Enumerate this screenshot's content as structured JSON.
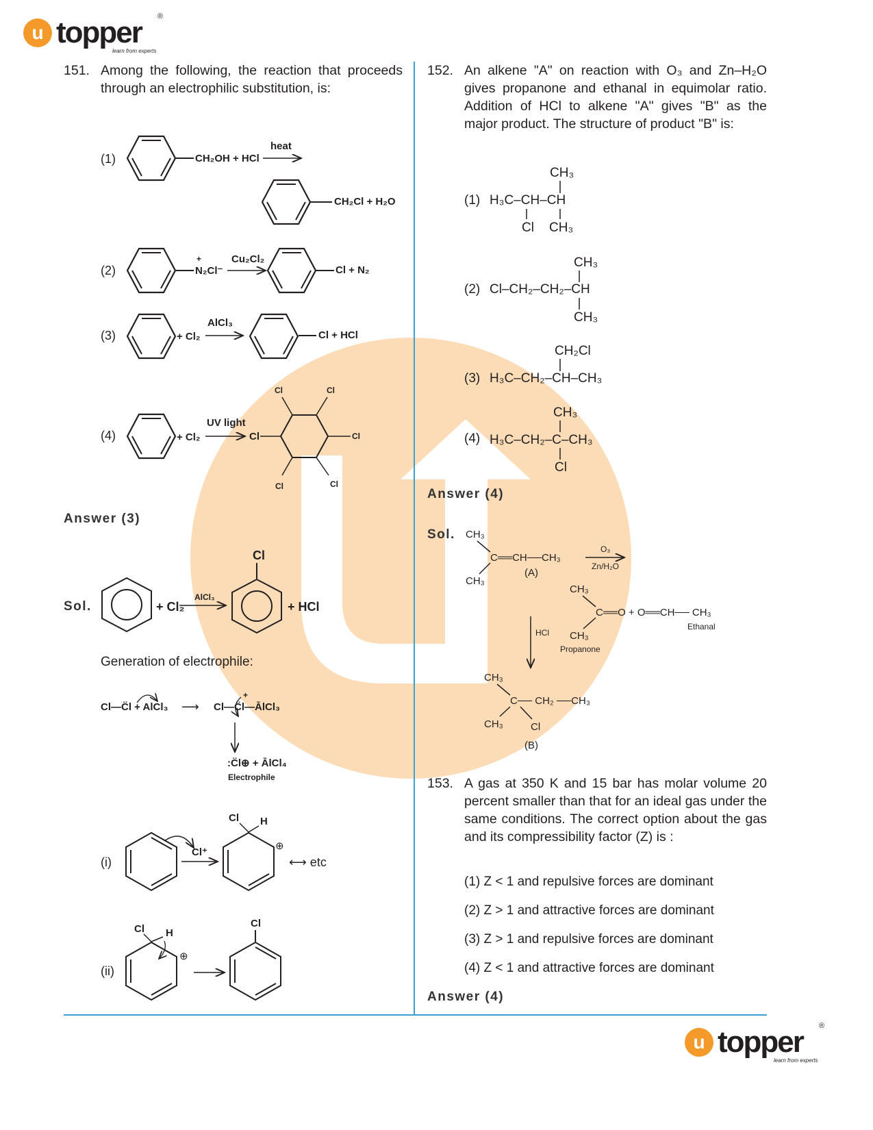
{
  "brand": {
    "name": "topper",
    "tagline": "learn from experts",
    "logo_letter": "u",
    "registered": "®",
    "accent": "#f39a2b",
    "divider_color": "#3aa0d0"
  },
  "q151": {
    "number": "151.",
    "text": "Among the following, the reaction that proceeds through an electrophilic substitution, is:",
    "opt1": {
      "label": "(1)",
      "reactant": "CH₂OH + HCl",
      "condition": "heat",
      "product": "CH₂Cl + H₂O"
    },
    "opt2": {
      "label": "(2)",
      "reactant": "N₂Cl⁻",
      "plus": "+",
      "condition": "Cu₂Cl₂",
      "product": "Cl + N₂"
    },
    "opt3": {
      "label": "(3)",
      "reagent": "+ Cl₂",
      "condition": "AlCl₃",
      "product": "Cl + HCl"
    },
    "opt4": {
      "label": "(4)",
      "reagent": "+ Cl₂",
      "condition": "UV light",
      "cl": "Cl"
    },
    "answer": "Answer (3)",
    "sol": {
      "label": "Sol.",
      "reagent": "+ Cl₂",
      "catalyst": "AlCl₃",
      "product_cl": "Cl",
      "byproduct": "+ HCl",
      "gen_title": "Generation of electrophile:",
      "gen_eq_left": "Cl—C̈l + AlCl₃",
      "gen_eq_right": "Cl—C̈l—ĀlCl₃",
      "gen_plus": "+",
      "electrophile": ":C̈l⊕ + ĀlCl₄",
      "electrophile_label": "Electrophile",
      "step1": {
        "label": "(i)",
        "attack": "Cl⁺",
        "cl": "Cl",
        "h": "H",
        "charge": "⊕",
        "resonance": "⟷ etc"
      },
      "step2": {
        "label": "(ii)",
        "cl": "Cl",
        "h": "H",
        "charge": "⊕",
        "product_cl": "Cl"
      }
    }
  },
  "q152": {
    "number": "152.",
    "text": "An alkene \"A\" on reaction with O₃ and Zn–H₂O gives propanone and ethanal in equimolar ratio. Addition of HCl to alkene \"A\" gives \"B\" as the major product. The structure of product \"B\" is:",
    "opt1": {
      "label": "(1)",
      "main": "H₃C–CH–CH",
      "top": "CH₃",
      "bottom_left": "Cl",
      "bottom_right": "CH₃"
    },
    "opt2": {
      "label": "(2)",
      "main": "Cl–CH₂–CH₂–CH",
      "top": "CH₃",
      "bottom": "CH₃"
    },
    "opt3": {
      "label": "(3)",
      "main": "H₃C–CH₂–CH–CH₃",
      "top": "CH₂Cl"
    },
    "opt4": {
      "label": "(4)",
      "main": "H₃C–CH₂–C–CH₃",
      "top": "CH₃",
      "bottom": "Cl"
    },
    "answer": "Answer (4)",
    "sol": {
      "label": "Sol.",
      "a_top": "CH₃",
      "a_main": "C══CH──CH₃",
      "a_bottom": "CH₃",
      "a_label": "(A)",
      "ozon_top": "O₃",
      "ozon_bottom": "Zn/H₂O",
      "hcl": "HCl",
      "p_top": "CH₃",
      "p_main": "C══O + O══CH── CH₃",
      "p_bottom": "CH₃",
      "propanone": "Propanone",
      "ethanal": "Ethanal",
      "b_top": "CH₃",
      "b_main": "C── CH₂ ──CH₃",
      "b_bottom": "CH₃",
      "b_cl": "Cl",
      "b_label": "(B)"
    }
  },
  "q153": {
    "number": "153.",
    "text": "A gas at 350 K and 15 bar has molar volume 20 percent smaller than that for an ideal gas under the same conditions. The correct option about the gas and its compressibility factor (Z) is :",
    "options": [
      "(1) Z < 1 and repulsive forces are dominant",
      "(2) Z > 1 and attractive forces are dominant",
      "(3) Z > 1 and repulsive forces are dominant",
      "(4) Z < 1 and attractive forces are dominant"
    ],
    "answer": "Answer (4)"
  }
}
